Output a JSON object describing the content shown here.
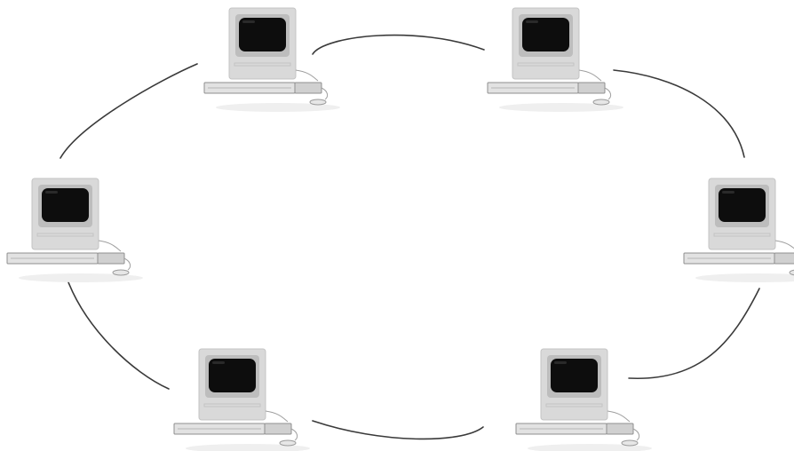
{
  "diagram": {
    "kind": "ring-network",
    "node_icon": "desktop-computer-icon",
    "node_count": 6,
    "link_count": 6,
    "colors": {
      "background": "#ffffff",
      "link": "#3a3a3a",
      "computer_case": "#d9d9d9",
      "screen": "#0d0d0d"
    }
  }
}
